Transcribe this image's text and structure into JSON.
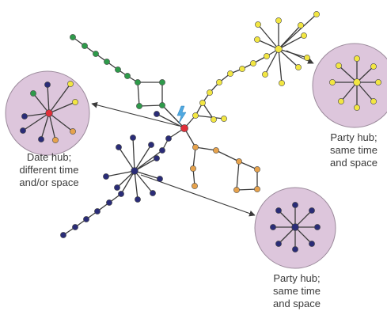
{
  "labels": {
    "date_hub": [
      "Date hub;",
      "different time",
      "and/or space"
    ],
    "party_hub_right": [
      "Party hub;",
      "same time",
      "and space"
    ],
    "party_hub_bottom": [
      "Party hub;",
      "same time",
      "and space"
    ]
  },
  "colors": {
    "green": "#2e9a4a",
    "yellow": "#f2e642",
    "orange": "#e6a24c",
    "navy": "#2a2c77",
    "red": "#e0303a",
    "edge": "#3a3a3a",
    "callout_fill": "#ddc6dc",
    "callout_stroke": "#9b8a9b",
    "bolt": "#4fa8e0"
  }
}
